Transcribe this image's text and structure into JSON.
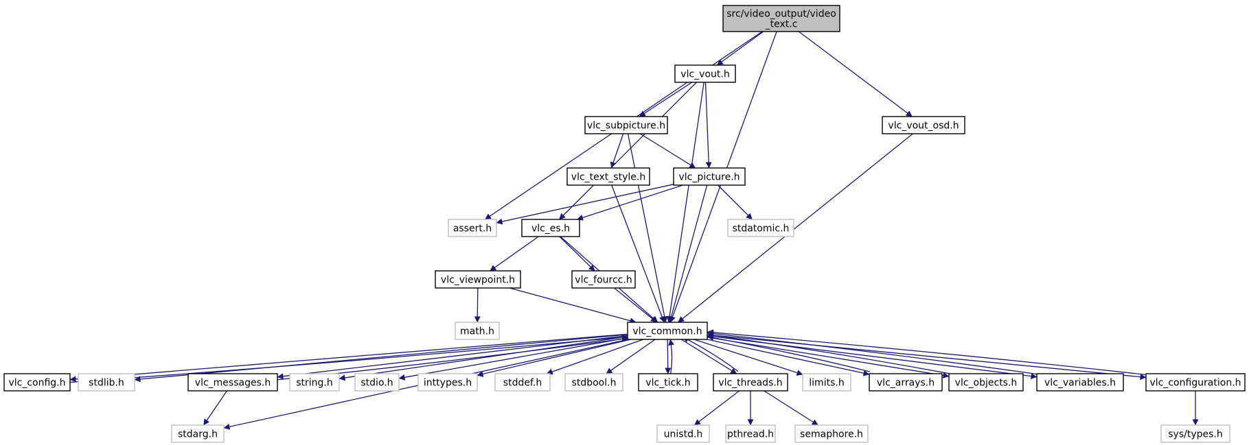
{
  "colors": {
    "edge": "#191970",
    "node_border": "#000000",
    "external_border": "#bfbfbf",
    "root_fill": "#bfbfbf",
    "external_text": "#000000"
  },
  "nodes": [
    {
      "id": "root",
      "label": "src/video_output/video\n_text.c",
      "kind": "root"
    },
    {
      "id": "vout",
      "label": "vlc_vout.h",
      "kind": "internal"
    },
    {
      "id": "vout_osd",
      "label": "vlc_vout_osd.h",
      "kind": "internal"
    },
    {
      "id": "subpicture",
      "label": "vlc_subpicture.h",
      "kind": "internal"
    },
    {
      "id": "text_style",
      "label": "vlc_text_style.h",
      "kind": "internal"
    },
    {
      "id": "picture",
      "label": "vlc_picture.h",
      "kind": "internal"
    },
    {
      "id": "assert",
      "label": "assert.h",
      "kind": "external"
    },
    {
      "id": "es",
      "label": "vlc_es.h",
      "kind": "internal"
    },
    {
      "id": "stdatomic",
      "label": "stdatomic.h",
      "kind": "external"
    },
    {
      "id": "viewpoint",
      "label": "vlc_viewpoint.h",
      "kind": "internal"
    },
    {
      "id": "fourcc",
      "label": "vlc_fourcc.h",
      "kind": "internal"
    },
    {
      "id": "math",
      "label": "math.h",
      "kind": "external"
    },
    {
      "id": "common",
      "label": "vlc_common.h",
      "kind": "internal"
    },
    {
      "id": "config",
      "label": "vlc_config.h",
      "kind": "internal"
    },
    {
      "id": "stdlib",
      "label": "stdlib.h",
      "kind": "external"
    },
    {
      "id": "messages",
      "label": "vlc_messages.h",
      "kind": "internal"
    },
    {
      "id": "string",
      "label": "string.h",
      "kind": "external"
    },
    {
      "id": "stdio",
      "label": "stdio.h",
      "kind": "external"
    },
    {
      "id": "inttypes",
      "label": "inttypes.h",
      "kind": "external"
    },
    {
      "id": "stddef",
      "label": "stddef.h",
      "kind": "external"
    },
    {
      "id": "stdbool",
      "label": "stdbool.h",
      "kind": "external"
    },
    {
      "id": "tick",
      "label": "vlc_tick.h",
      "kind": "internal"
    },
    {
      "id": "threads",
      "label": "vlc_threads.h",
      "kind": "internal"
    },
    {
      "id": "limits",
      "label": "limits.h",
      "kind": "external"
    },
    {
      "id": "arrays",
      "label": "vlc_arrays.h",
      "kind": "internal"
    },
    {
      "id": "objects",
      "label": "vlc_objects.h",
      "kind": "internal"
    },
    {
      "id": "variables",
      "label": "vlc_variables.h",
      "kind": "internal"
    },
    {
      "id": "configuration",
      "label": "vlc_configuration.h",
      "kind": "internal"
    },
    {
      "id": "stdarg",
      "label": "stdarg.h",
      "kind": "external"
    },
    {
      "id": "unistd",
      "label": "unistd.h",
      "kind": "external"
    },
    {
      "id": "pthread",
      "label": "pthread.h",
      "kind": "external"
    },
    {
      "id": "semaphore",
      "label": "semaphore.h",
      "kind": "external"
    },
    {
      "id": "systypes",
      "label": "sys/types.h",
      "kind": "external"
    }
  ],
  "edges": [
    [
      "root",
      "vout"
    ],
    [
      "root",
      "assert"
    ],
    [
      "root",
      "common"
    ],
    [
      "root",
      "vout_osd"
    ],
    [
      "vout",
      "subpicture"
    ],
    [
      "vout",
      "es"
    ],
    [
      "vout",
      "picture"
    ],
    [
      "vout",
      "common"
    ],
    [
      "vout_osd",
      "common"
    ],
    [
      "subpicture",
      "text_style"
    ],
    [
      "subpicture",
      "picture"
    ],
    [
      "subpicture",
      "common"
    ],
    [
      "text_style",
      "common"
    ],
    [
      "picture",
      "assert"
    ],
    [
      "picture",
      "es"
    ],
    [
      "picture",
      "stdatomic"
    ],
    [
      "picture",
      "common"
    ],
    [
      "es",
      "viewpoint"
    ],
    [
      "es",
      "fourcc"
    ],
    [
      "es",
      "common"
    ],
    [
      "viewpoint",
      "math"
    ],
    [
      "viewpoint",
      "common"
    ],
    [
      "fourcc",
      "common"
    ],
    [
      "common",
      "config"
    ],
    [
      "common",
      "stdlib"
    ],
    [
      "common",
      "stdarg"
    ],
    [
      "common",
      "messages"
    ],
    [
      "common",
      "string"
    ],
    [
      "common",
      "stdio"
    ],
    [
      "common",
      "inttypes"
    ],
    [
      "common",
      "stddef"
    ],
    [
      "common",
      "stdbool"
    ],
    [
      "common",
      "tick"
    ],
    [
      "common",
      "threads"
    ],
    [
      "common",
      "limits"
    ],
    [
      "common",
      "arrays"
    ],
    [
      "common",
      "objects"
    ],
    [
      "common",
      "variables"
    ],
    [
      "common",
      "configuration"
    ],
    [
      "config",
      "common"
    ],
    [
      "messages",
      "common"
    ],
    [
      "tick",
      "common"
    ],
    [
      "threads",
      "common"
    ],
    [
      "arrays",
      "common"
    ],
    [
      "objects",
      "common"
    ],
    [
      "variables",
      "common"
    ],
    [
      "configuration",
      "common"
    ],
    [
      "messages",
      "stdarg"
    ],
    [
      "threads",
      "unistd"
    ],
    [
      "threads",
      "pthread"
    ],
    [
      "threads",
      "semaphore"
    ],
    [
      "configuration",
      "systypes"
    ]
  ]
}
